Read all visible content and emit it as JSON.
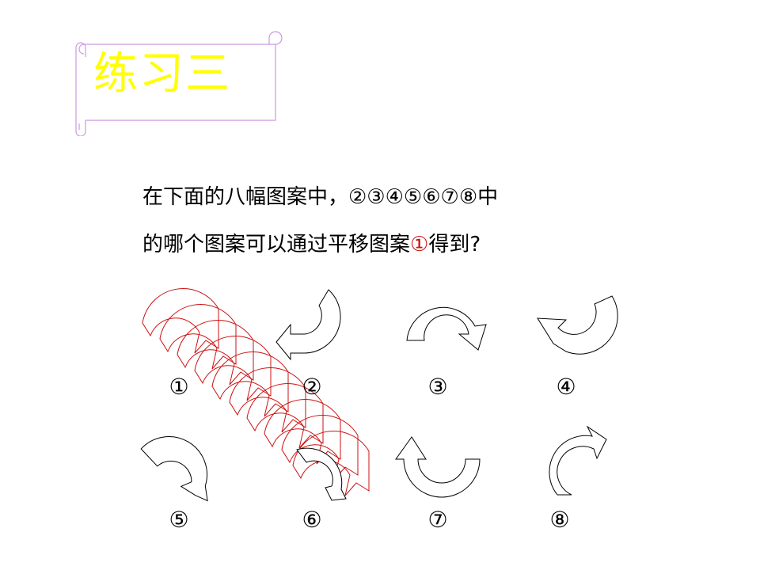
{
  "title": "练习三",
  "question": {
    "line1": "在下面的八幅图案中，②③④⑤⑥⑦⑧中",
    "line2_before": "的哪个图案可以通过平移图案",
    "line2_highlight": "①",
    "line2_after": "得到?"
  },
  "labels": [
    "①",
    "②",
    "③",
    "④",
    "⑤",
    "⑥",
    "⑦",
    "⑧"
  ],
  "colors": {
    "title": "#ffff00",
    "scroll": "#cc99dd",
    "highlight": "#cc1111",
    "shape": "#000000"
  }
}
